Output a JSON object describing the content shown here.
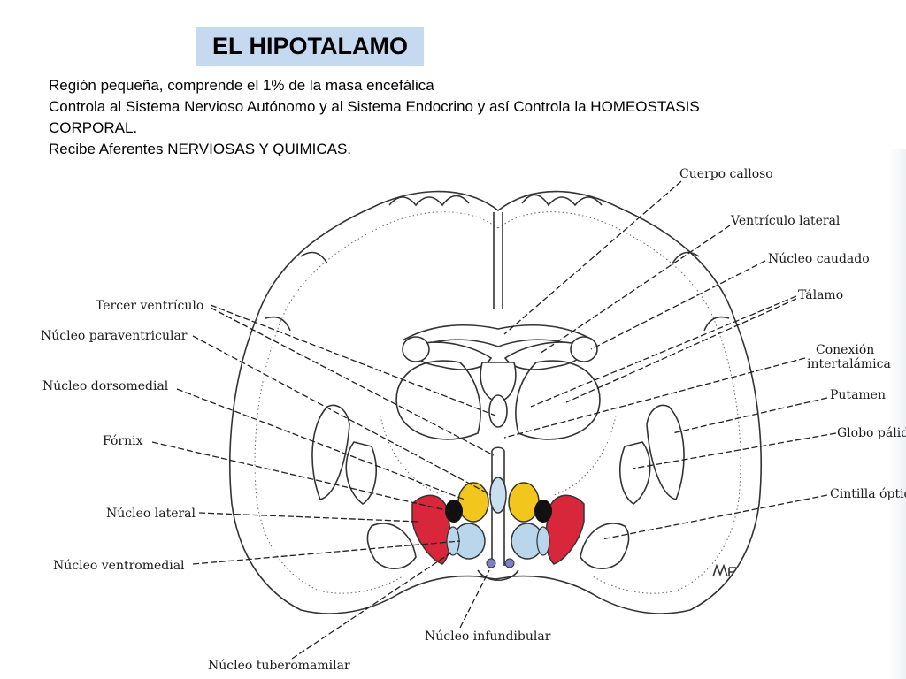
{
  "title": "EL HIPOTALAMO",
  "description": [
    "Región pequeña, comprende el 1% de la masa encefálica",
    "Controla al Sistema Nervioso Autónomo y al Sistema Endocrino  y así Controla la HOMEOSTASIS",
    "CORPORAL.",
    "Recibe Aferentes NERVIOSAS Y QUIMICAS."
  ],
  "labels": {
    "cuerpo_calloso": "Cuerpo calloso",
    "ventriculo_lateral": "Ventrículo lateral",
    "nucleo_caudado": "Núcleo caudado",
    "talamo": "Tálamo",
    "conexion_1": "Conexión",
    "conexion_2": "intertalámica",
    "putamen": "Putamen",
    "globo_palido": "Globo pálido",
    "cintilla_optica": "Cintilla óptica",
    "tercer_ventriculo": "Tercer ventrículo",
    "nucleo_paraventricular": "Núcleo paraventricular",
    "nucleo_dorsomedial": "Núcleo dorsomedial",
    "fornix": "Fórnix",
    "nucleo_lateral": "Núcleo lateral",
    "nucleo_ventromedial": "Núcleo ventromedial",
    "nucleo_infundibular": "Núcleo infundibular",
    "nucleo_tuberomamilar": "Núcleo tuberomamilar"
  },
  "colors": {
    "title_bg": "#c5d9f1",
    "nucleo_lateral": "#d8263a",
    "nucleo_dorsomedial": "#f2c61c",
    "nucleo_paraventricular": "#c8dff0",
    "nucleo_ventromedial": "#b9d6ec",
    "fornix": "#111111",
    "nucleo_infundibular": "#7f7fc8"
  }
}
